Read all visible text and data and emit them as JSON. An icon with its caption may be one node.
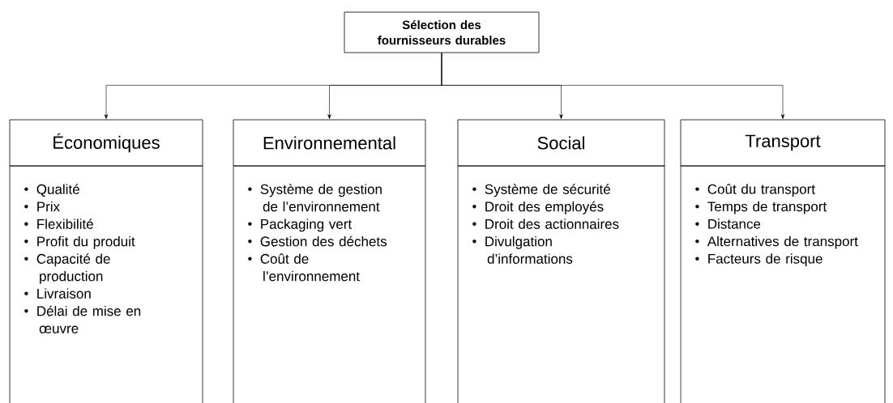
{
  "diagram": {
    "nodes": [
      {
        "text": [
          "Sélection des fournisseurs durables"
        ]
      },
      {
        "text": [
          "Économiques"
        ]
      },
      {
        "text": [
          "Environnemental"
        ]
      },
      {
        "text": [
          "Social"
        ]
      },
      {
        "text": [
          "Transport"
        ]
      },
      {
        "text": [
          "Qualité",
          "Prix",
          "Flexibilité",
          "Profit du produit",
          "Capacité de production",
          "Livraison",
          "Délai de mise en œuvre"
        ]
      },
      {
        "text": [
          "Système de gestion de l’environnement",
          "Packaging vert",
          "Gestion des déchets",
          "Coût de l’environnement"
        ]
      },
      {
        "text": [
          "Système de sécurité",
          "Droit des employés",
          "Droit des actionnaires",
          "Divulgation d’informations"
        ]
      },
      {
        "text": [
          "Coût du transport",
          "Temps de transport",
          "Distance",
          "Alternatives de transport",
          "Facteurs de risque"
        ]
      }
    ],
    "edges": [
      {
        "from": 0,
        "to": 1,
        "arrow": "to"
      },
      {
        "from": 0,
        "to": 2,
        "arrow": "to"
      },
      {
        "from": 0,
        "to": 3,
        "arrow": "to"
      },
      {
        "from": 0,
        "to": 4,
        "arrow": "to"
      }
    ]
  }
}
